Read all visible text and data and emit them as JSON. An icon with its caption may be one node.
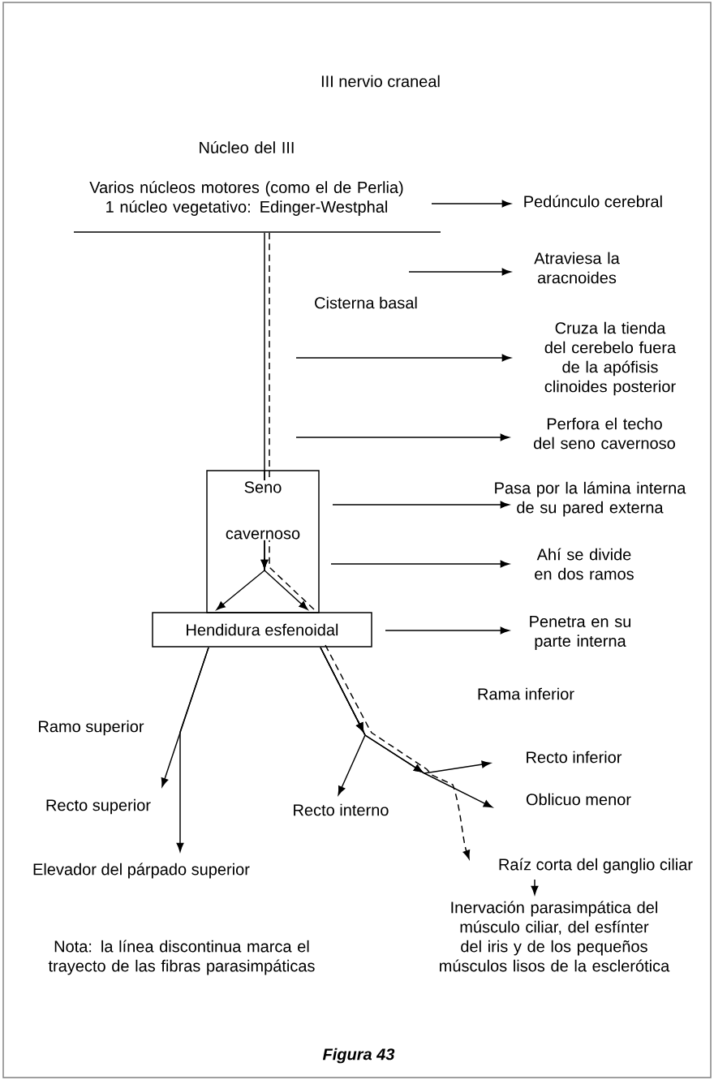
{
  "diagram": {
    "title": "III nervio craneal",
    "caption": "Figura 43",
    "nodes": [
      {
        "text": [],
        "shape": "bar"
      },
      {
        "text": [
          "Núcleo del III",
          "Varios núcleos motores (como el de Perlia) 1 núcleo vegetativo: Edinger-Westphal"
        ]
      },
      {
        "text": [
          "Pedúnculo cerebral"
        ]
      },
      {
        "text": [
          "Atraviesa la aracnoides"
        ]
      },
      {
        "text": [
          "Cruza la tienda del cerebelo fuera de la apófisis clinoides posterior"
        ]
      },
      {
        "text": [
          "Perfora el techo del seno cavernoso"
        ]
      },
      {
        "text": [
          "Seno cavernoso"
        ]
      },
      {
        "text": [
          "Pasa por la lámina interna de su pared externa"
        ]
      },
      {
        "text": [
          "Ahí se divide en dos ramos"
        ]
      },
      {
        "text": [
          "Hendidura esfenoidal"
        ]
      },
      {
        "text": [
          "Penetra en su parte interna"
        ]
      },
      {
        "text": [
          "Recto superior"
        ]
      },
      {
        "text": [
          "Elevador del párpado superior"
        ]
      },
      {
        "text": [
          "Recto interno"
        ]
      },
      {
        "text": [
          "Recto inferior"
        ]
      },
      {
        "text": [
          "Oblicuo menor"
        ]
      },
      {
        "text": [
          "Raíz corta del ganglio ciliar"
        ]
      },
      {
        "text": [
          "Inervación parasimpática del músculo ciliar, del esfínter del iris y de los pequeños músculos lisos de la esclerótica"
        ]
      }
    ],
    "edges": [
      {
        "from": 1,
        "to": 2,
        "arrow": "to"
      },
      {
        "from": null,
        "to": 3,
        "arrow": "to"
      },
      {
        "from": null,
        "to": 4,
        "arrow": "to"
      },
      {
        "from": null,
        "to": 5,
        "arrow": "to"
      },
      {
        "from": 6,
        "to": 7,
        "arrow": "to"
      },
      {
        "from": 6,
        "to": 8,
        "arrow": "to"
      },
      {
        "from": 9,
        "to": 10,
        "arrow": "to"
      },
      {
        "from": 0,
        "to": 6,
        "arrow": "none"
      },
      {
        "from": 0,
        "to": 6,
        "arrow": "none",
        "style": "dashed"
      },
      {
        "from": 6,
        "to": 9,
        "arrow": "to"
      },
      {
        "from": 6,
        "to": 9,
        "arrow": "to"
      },
      {
        "from": 6,
        "to": 9,
        "arrow": "none",
        "style": "dashed"
      },
      {
        "from": 9,
        "to": 11,
        "arrow": "to"
      },
      {
        "from": 9,
        "to": 12,
        "arrow": "to"
      },
      {
        "from": 9,
        "to": 13,
        "arrow": "to"
      },
      {
        "from": 9,
        "to": 14,
        "arrow": "to"
      },
      {
        "from": 9,
        "to": 15,
        "arrow": "to"
      },
      {
        "from": 9,
        "to": 16,
        "arrow": "to",
        "style": "dashed"
      },
      {
        "from": 16,
        "to": 17,
        "arrow": "to"
      }
    ],
    "labels": [
      "Cisterna basal",
      "Rama inferior",
      "Ramo superior",
      "Nota: la línea discontinua marca el trayecto de las fibras parasimpáticas"
    ]
  }
}
